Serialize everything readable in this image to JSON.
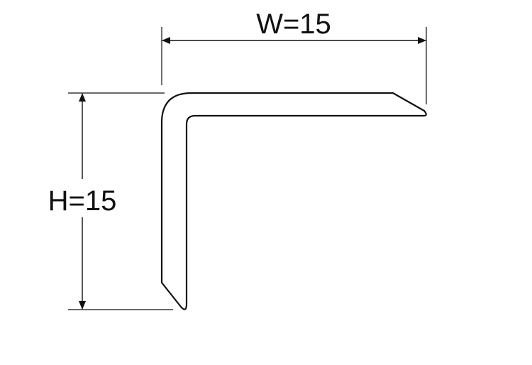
{
  "dimensions": {
    "width_label": "W=15",
    "height_label": "H=15"
  },
  "colors": {
    "line": "#111111",
    "background": "#ffffff"
  },
  "diagram": {
    "type": "L-profile-cross-section"
  }
}
